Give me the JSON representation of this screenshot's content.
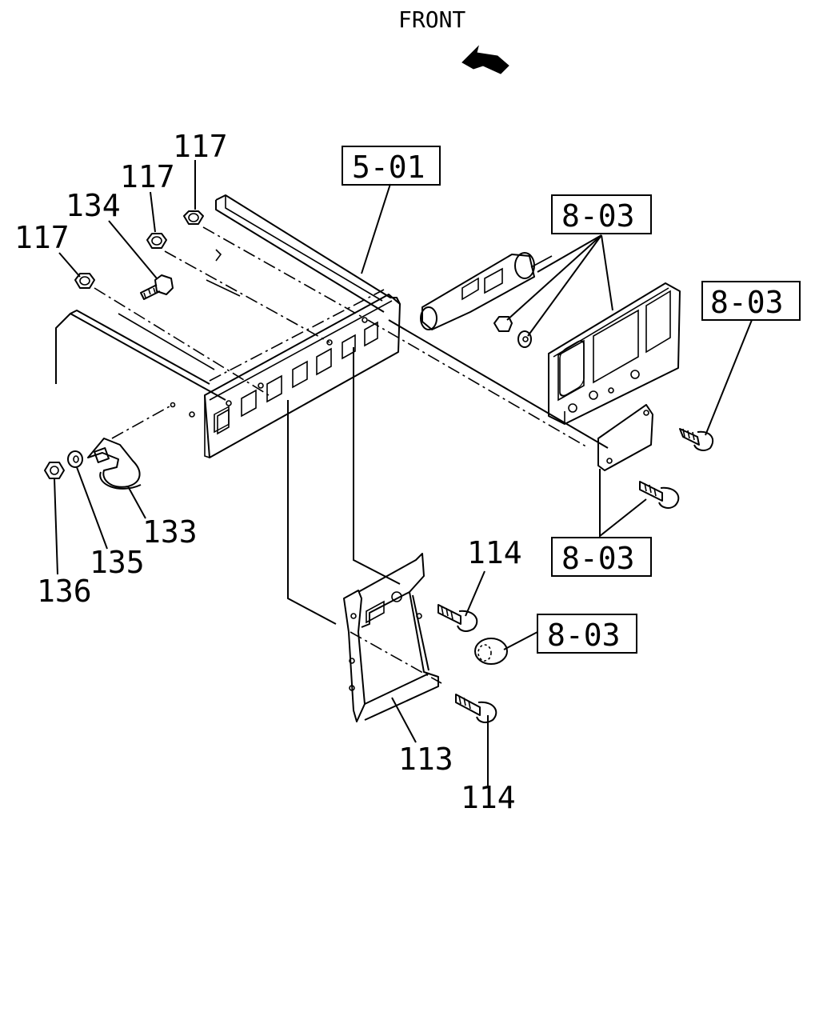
{
  "header": {
    "front_label": "FRONT"
  },
  "callouts": {
    "ref_5_01": "5-01",
    "ref_8_03_top": "8-03",
    "ref_8_03_right": "8-03",
    "ref_8_03_mid": "8-03",
    "ref_8_03_lower": "8-03",
    "p117_a": "117",
    "p117_b": "117",
    "p117_c": "117",
    "p134": "134",
    "p133": "133",
    "p135": "135",
    "p136": "136",
    "p114_top": "114",
    "p114_bottom": "114",
    "p113": "113"
  },
  "colors": {
    "line": "#000000",
    "background": "#ffffff"
  },
  "icons": {
    "front_arrow": "arrow-icon"
  }
}
